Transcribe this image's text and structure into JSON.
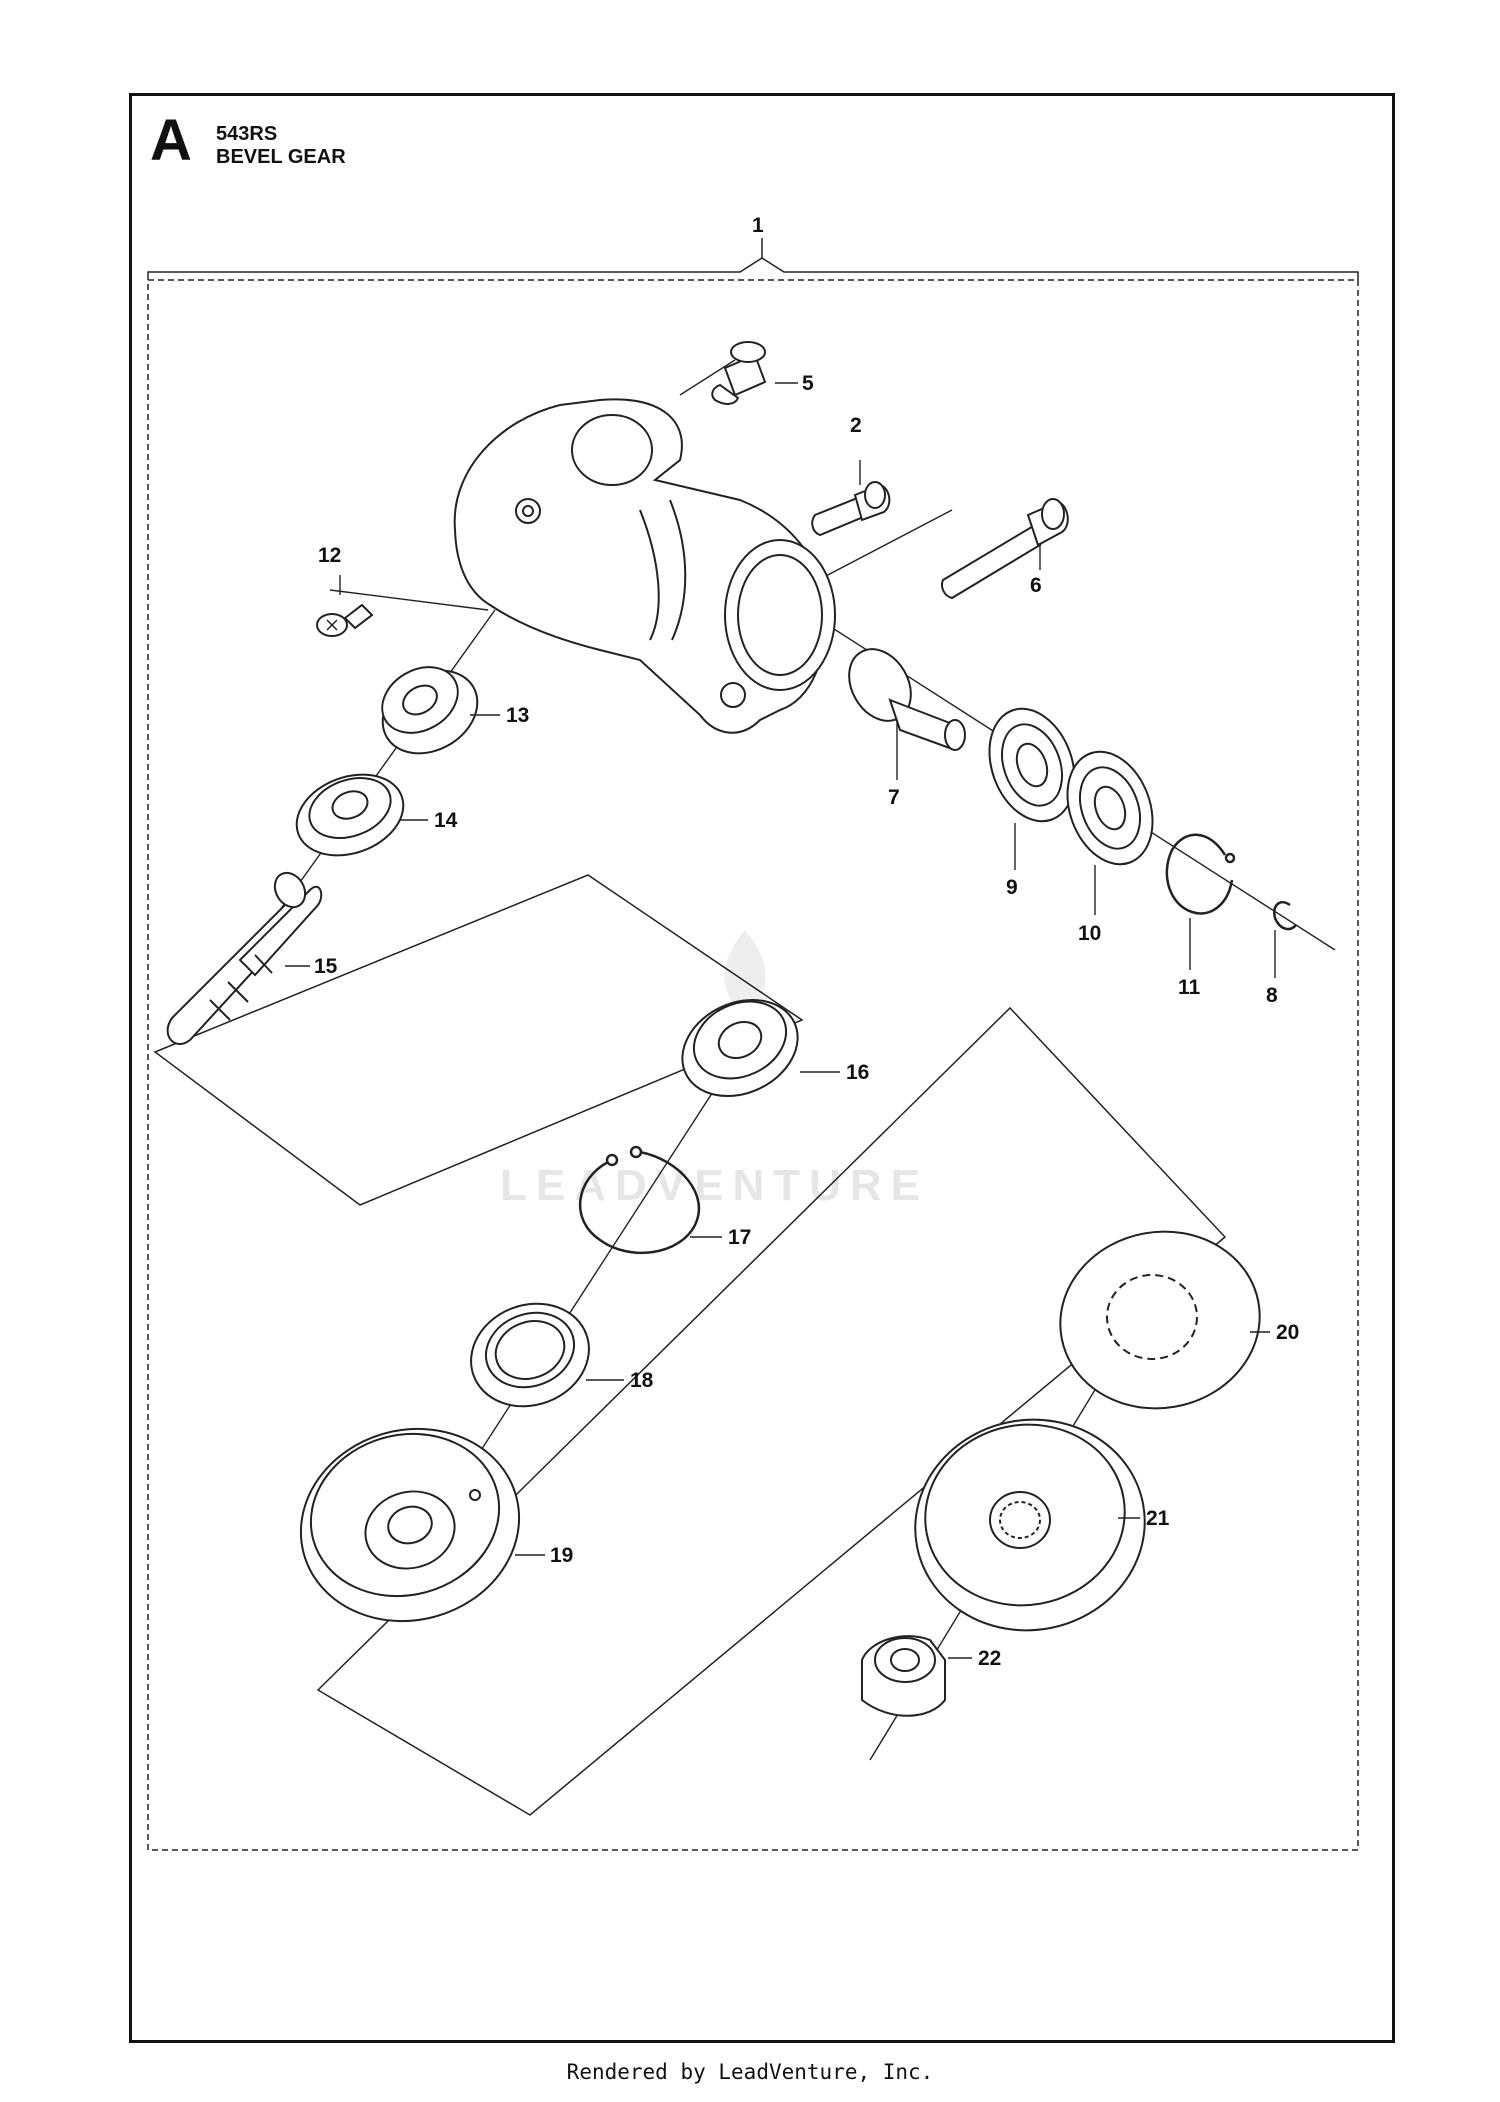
{
  "header": {
    "section_letter": "A",
    "model": "543RS",
    "title": "BEVEL GEAR"
  },
  "callouts": [
    "1",
    "2",
    "5",
    "6",
    "7",
    "8",
    "9",
    "10",
    "11",
    "12",
    "13",
    "14",
    "15",
    "16",
    "17",
    "18",
    "19",
    "20",
    "21",
    "22"
  ],
  "watermark": "LEADVENTURE",
  "footer": "Rendered by LeadVenture, Inc."
}
